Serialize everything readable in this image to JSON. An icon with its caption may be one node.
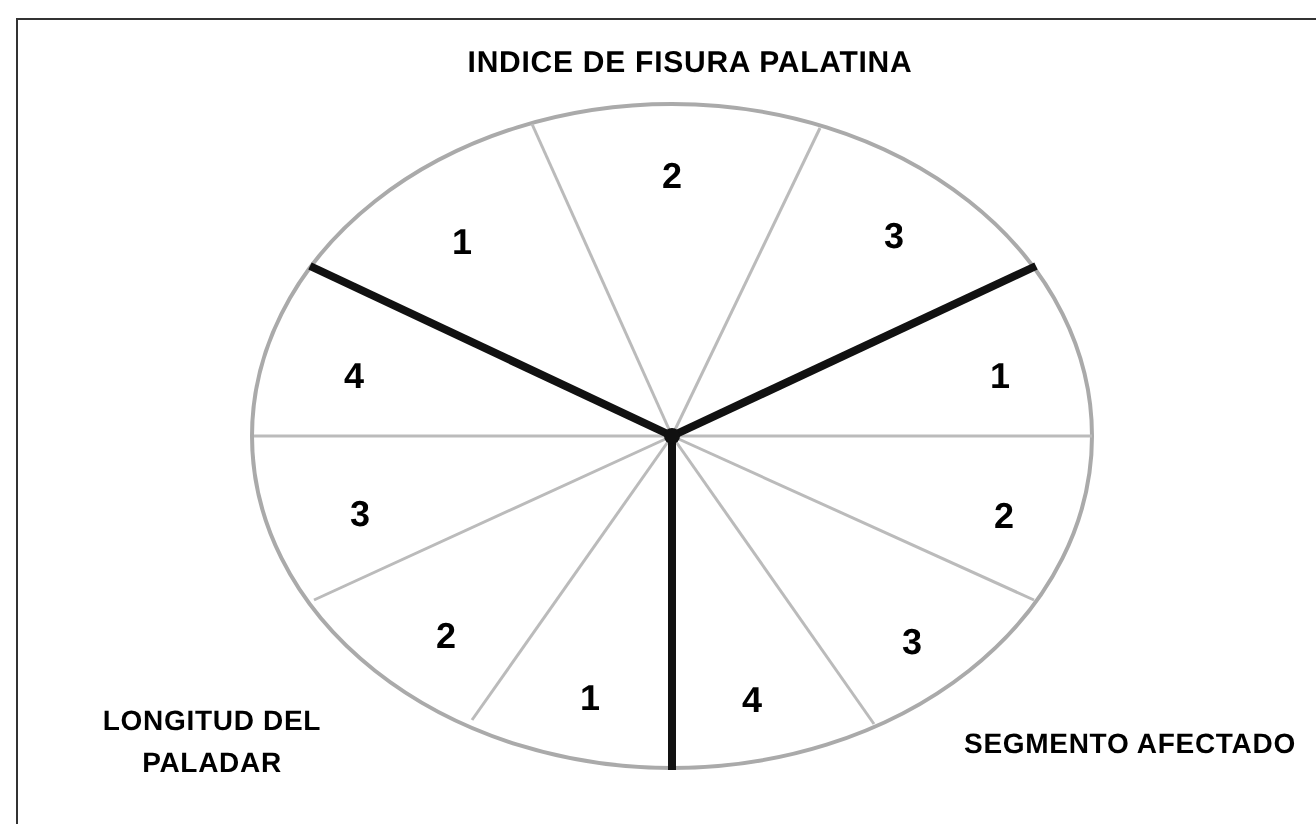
{
  "diagram": {
    "title": "INDICE DE FISURA PALATINA",
    "labels": [
      "2",
      "1",
      "3",
      "4",
      "1",
      "3",
      "2",
      "2",
      "3",
      "1",
      "4",
      "LONGITUD DEL PALADAR",
      "SEGMENTO AFECTADO"
    ]
  }
}
